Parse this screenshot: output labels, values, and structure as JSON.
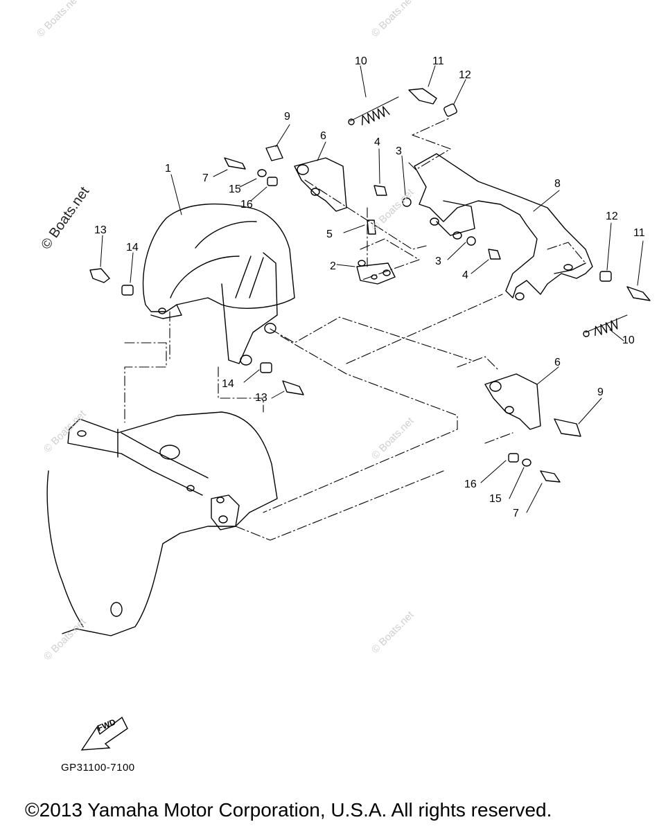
{
  "callouts": [
    {
      "text": "10",
      "part": "spring-left"
    },
    {
      "text": "11",
      "part": "bolt-top"
    },
    {
      "text": "12",
      "part": "collar-top"
    },
    {
      "text": "9",
      "part": "bolt-upper"
    },
    {
      "text": "6",
      "part": "bracket-upper"
    },
    {
      "text": "4",
      "part": "screw-upper"
    },
    {
      "text": "3",
      "part": "washer-upper"
    },
    {
      "text": "1",
      "part": "cover"
    },
    {
      "text": "7",
      "part": "bolt-left"
    },
    {
      "text": "15",
      "part": "washer-left"
    },
    {
      "text": "16",
      "part": "collar-left"
    },
    {
      "text": "8",
      "part": "main-bracket"
    },
    {
      "text": "13",
      "part": "bolt-far-left"
    },
    {
      "text": "14",
      "part": "collar-far-left"
    },
    {
      "text": "5",
      "part": "grease-nipple"
    },
    {
      "text": "12",
      "part": "collar-right"
    },
    {
      "text": "11",
      "part": "bolt-right"
    },
    {
      "text": "2",
      "part": "small-plate"
    },
    {
      "text": "3",
      "part": "washer-mid"
    },
    {
      "text": "4",
      "part": "screw-mid"
    },
    {
      "text": "10",
      "part": "spring-right"
    },
    {
      "text": "14",
      "part": "collar-mid"
    },
    {
      "text": "13",
      "part": "bolt-mid"
    },
    {
      "text": "6",
      "part": "bracket-lower"
    },
    {
      "text": "9",
      "part": "bolt-lower"
    },
    {
      "text": "16",
      "part": "collar-lower"
    },
    {
      "text": "15",
      "part": "washer-lower"
    },
    {
      "text": "7",
      "part": "bolt-lower-right"
    }
  ],
  "watermark_main": "© Boats.net",
  "watermark_faint": "© Boats.net",
  "fwd_label": "FWD",
  "diagram_code": "GP31100-7100",
  "copyright": "©2013 Yamaha Motor Corporation, U.S.A. All rights reserved."
}
